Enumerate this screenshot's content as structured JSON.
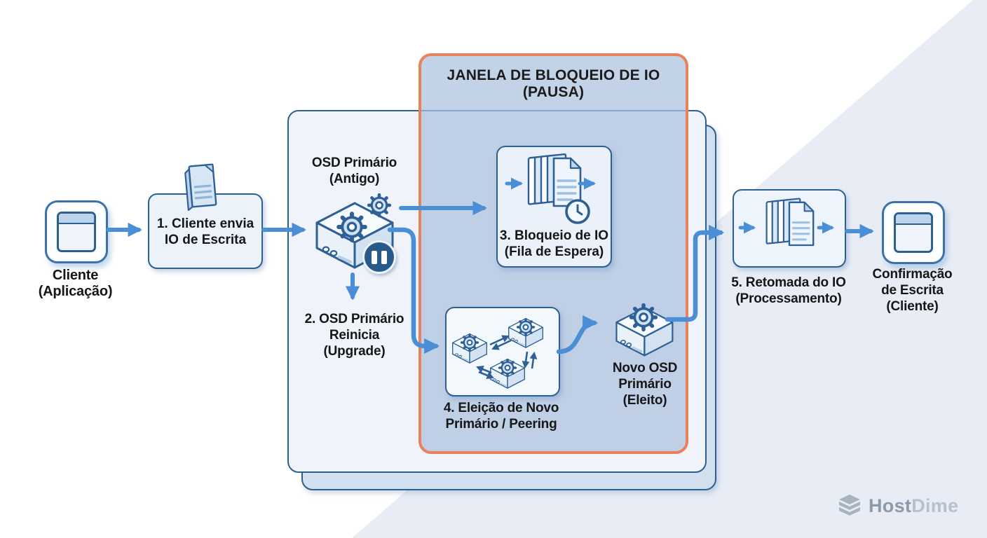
{
  "window_title": {
    "lines": [
      "JANELA DE BLOQUEIO DE IO",
      "(PAUSA)"
    ]
  },
  "nodes": {
    "client": {
      "lines": [
        "Cliente",
        "(Aplicação)"
      ]
    },
    "step1": {
      "lines": [
        "1. Cliente envia",
        "IO de Escrita"
      ]
    },
    "osd_old": {
      "lines": [
        "OSD Primário",
        "(Antigo)"
      ]
    },
    "step2": {
      "lines": [
        "2. OSD Primário",
        "Reinicia",
        "(Upgrade)"
      ]
    },
    "step3": {
      "lines": [
        "3. Bloqueio de IO",
        "(Fila de Espera)"
      ]
    },
    "step4": {
      "lines": [
        "4. Eleição de Novo",
        "Primário / Peering"
      ]
    },
    "osd_new": {
      "lines": [
        "Novo OSD",
        "Primário",
        "(Eleito)"
      ]
    },
    "step5": {
      "lines": [
        "5. Retomada do IO",
        "(Processamento)"
      ]
    },
    "confirm": {
      "lines": [
        "Confirmação",
        "de Escrita",
        "(Cliente)"
      ]
    }
  },
  "logo": {
    "brand_bold": "Host",
    "brand_light": "Dime"
  },
  "colors": {
    "accent_orange": "#E8815C",
    "arrow_blue": "#4A8FD6",
    "outline_blue": "#2D5F8F",
    "pause_badge": "#275A88",
    "panel_fill": "#F0F4FA",
    "window_fill": "#CDD9EB"
  }
}
